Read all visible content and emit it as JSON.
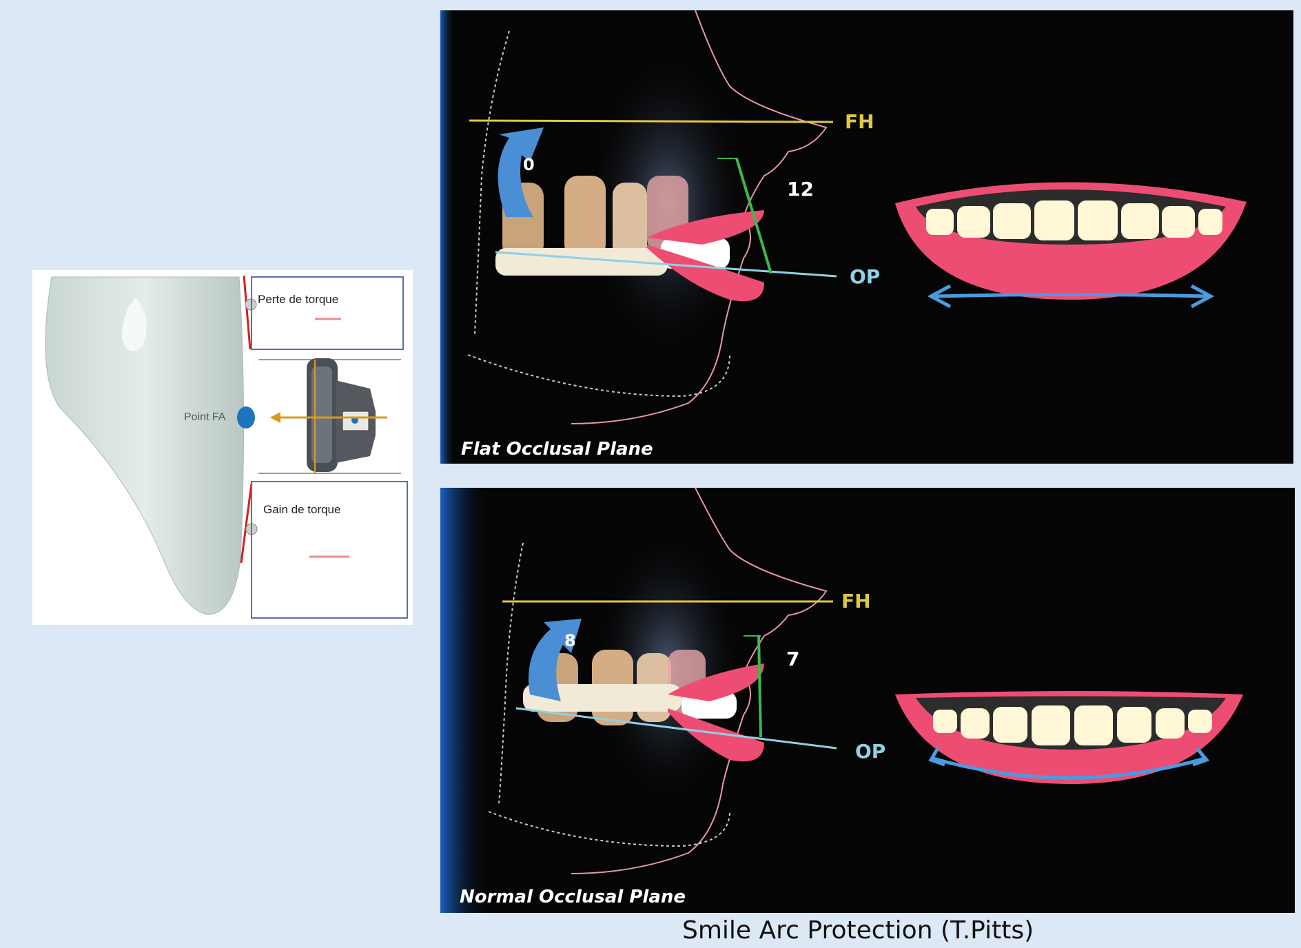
{
  "tooth_figure": {
    "loss_label": "Perte de torque",
    "gain_label": "Gain de torque",
    "point_label": "Point FA"
  },
  "panels": [
    {
      "id": "flat",
      "caption": "Flat Occlusal Plane",
      "rotation_value": "0",
      "angle_value": "12",
      "fh_label": "FH",
      "op_label": "OP"
    },
    {
      "id": "normal",
      "caption": "Normal Occlusal Plane",
      "rotation_value": "8",
      "angle_value": "7",
      "fh_label": "FH",
      "op_label": "OP"
    }
  ],
  "colors": {
    "fh_line": "#e0c840",
    "op_line": "#8fd0e8",
    "angle_line": "#3fb84a",
    "arrow": "#4a8fd6",
    "lips": "#ee4d73",
    "point_fa": "#1e73be",
    "torque_arrow": "#d99a1e"
  },
  "footer": {
    "caption": "Smile Arc Protection (T.Pitts)"
  }
}
